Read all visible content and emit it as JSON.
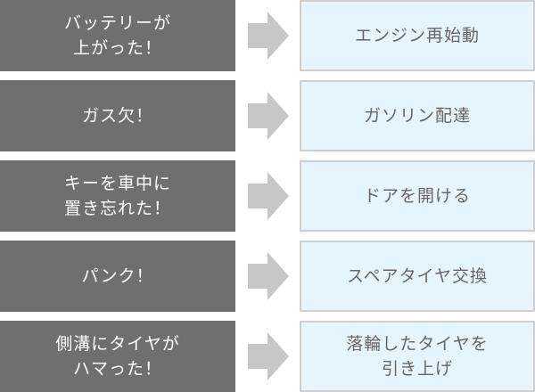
{
  "rows": [
    {
      "problem": "バッテリーが\n上がった！",
      "solution": "エンジン再始動"
    },
    {
      "problem": "ガス欠！",
      "solution": "ガソリン配達"
    },
    {
      "problem": "キーを車中に\n置き忘れた！",
      "solution": "ドアを開ける"
    },
    {
      "problem": "パンク！",
      "solution": "スペアタイヤ交換"
    },
    {
      "problem": "側溝にタイヤが\nハマった！",
      "solution": "落輪したタイヤを\n引き上げ"
    }
  ],
  "colors": {
    "problem_bg": "#6f6f6f",
    "problem_text": "#ffffff",
    "arrow": "#c7c7c7",
    "solution_bg": "#e6f5fd",
    "solution_border": "#cfcfcf",
    "solution_text": "#666666"
  },
  "icons": {
    "arrow": "right-arrow-icon"
  }
}
